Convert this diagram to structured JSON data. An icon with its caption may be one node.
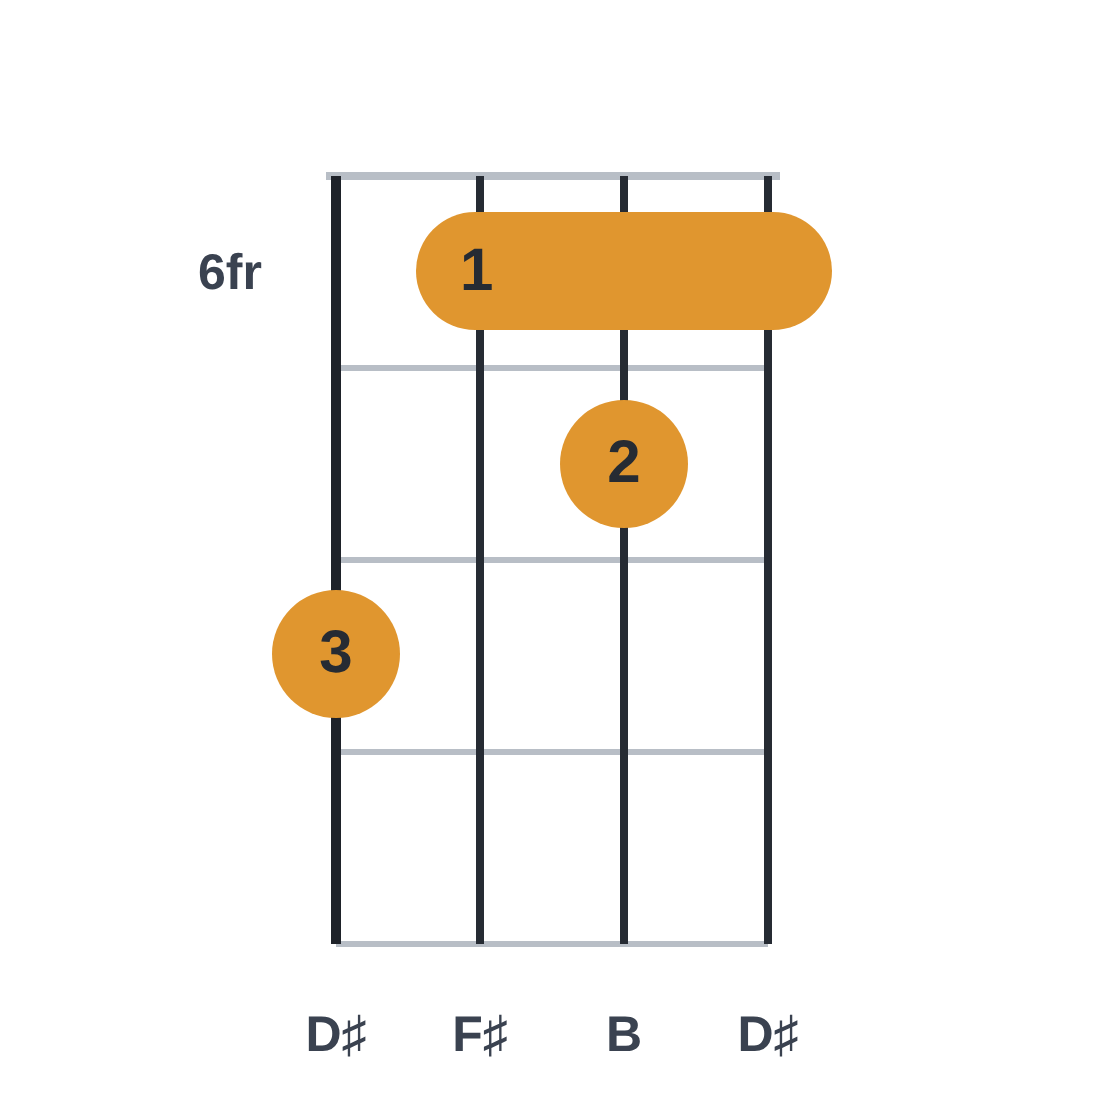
{
  "diagram": {
    "nodes": [
      {
        "text": [
          "1"
        ]
      },
      {
        "text": [
          "2"
        ]
      },
      {
        "text": [
          "3"
        ]
      }
    ],
    "labels": [
      "6fr",
      "D♯",
      "F♯",
      "B",
      "D♯"
    ]
  }
}
